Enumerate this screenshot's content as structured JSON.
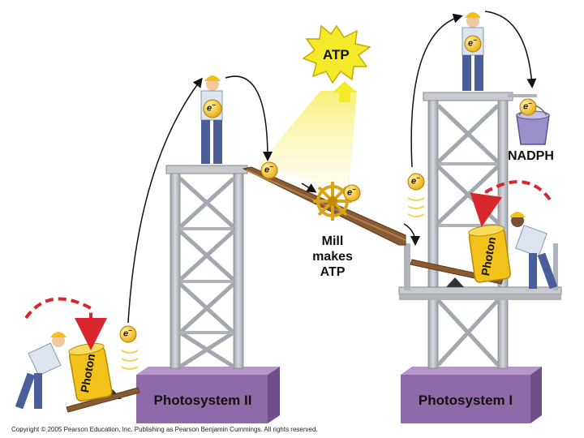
{
  "labels": {
    "atp": "ATP",
    "nadph": "NADPH",
    "mill_line1": "Mill",
    "mill_line2": "makes",
    "mill_line3": "ATP",
    "photosystem_ii": "Photosystem II",
    "photosystem_i": "Photosystem I",
    "photon": "Photon",
    "electron": "e",
    "electron_charge": "−"
  },
  "copyright": "Copyright © 2005 Pearson Education, Inc. Publishing as Pearson Benjamin Cummings. All rights reserved.",
  "colors": {
    "tower": "#b8bcc2",
    "tower_dark": "#8a8f96",
    "platform": "#7a4e2a",
    "base": "#8e6aa8",
    "base_top": "#b596c9",
    "photon": "#f2c21a",
    "electron": "#f7c51c",
    "arrow_red": "#d8262c",
    "beam": "#f7f2a0"
  },
  "icons": [
    "hardhat-worker-icon",
    "electron-ball-icon",
    "photon-canister-icon",
    "water-wheel-icon",
    "bucket-icon",
    "starburst-icon"
  ]
}
